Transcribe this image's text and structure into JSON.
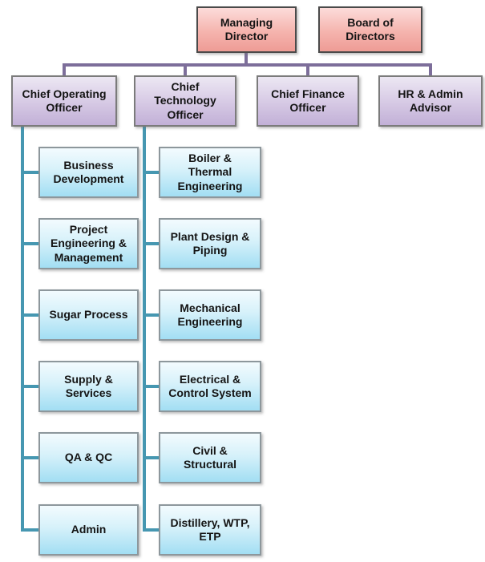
{
  "colors": {
    "top_node_fill_top": "#fcdcda",
    "top_node_fill_bottom": "#ee9c95",
    "executive_fill_top": "#ece7f3",
    "executive_fill_bottom": "#c2b0d7",
    "department_fill_top": "#f3fbfe",
    "department_fill_bottom": "#a2def3",
    "executive_connector": "#7d6e9a",
    "department_connector": "#4697b1",
    "text": "#141414",
    "background": "#ffffff"
  },
  "top_level": {
    "managing_director": "Managing\nDirector",
    "board_of_directors": "Board of\nDirectors"
  },
  "executives": [
    "Chief Operating\nOfficer",
    "Chief\nTechnology\nOfficer",
    "Chief Finance\nOfficer",
    "HR & Admin\nAdvisor"
  ],
  "coo_departments": [
    "Business\nDevelopment",
    "Project\nEngineering &\nManagement",
    "Sugar Process",
    "Supply &\nServices",
    "QA & QC",
    "Admin"
  ],
  "cto_departments": [
    "Boiler &\nThermal\nEngineering",
    "Plant Design &\nPiping",
    "Mechanical\nEngineering",
    "Electrical &\nControl System",
    "Civil &\nStructural",
    "Distillery, WTP,\nETP"
  ]
}
